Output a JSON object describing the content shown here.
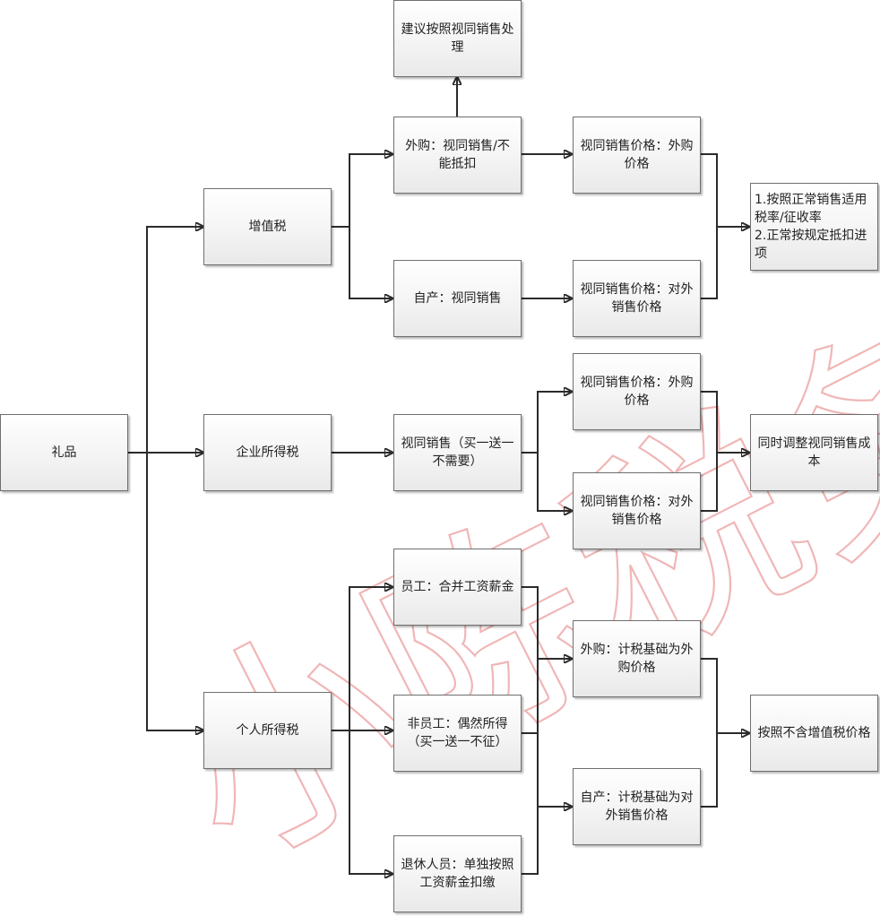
{
  "watermark": "小陈税务",
  "nodes": {
    "gift": "礼品",
    "vat": "增值税",
    "cit": "企业所得税",
    "iit": "个人所得税",
    "vat_purchased": "外购：视同销售/不能抵扣",
    "vat_suggest": "建议按照视同销售处理",
    "vat_self": "自产：视同销售",
    "vat_price_purchased": "视同销售价格：外购价格",
    "vat_price_external": "视同销售价格：对外销售价格",
    "vat_result": "1.按照正常销售适用税率/征收率\n2.正常按规定抵扣进项",
    "cit_deemed": "视同销售（买一送一不需要）",
    "cit_price_purchased": "视同销售价格：外购价格",
    "cit_price_external": "视同销售价格：对外销售价格",
    "cit_result": "同时调整视同销售成本",
    "iit_employee": "员工：合并工资薪金",
    "iit_non_employee": "非员工：偶然所得（买一送一不征）",
    "iit_retired": "退休人员：单独按照工资薪金扣缴",
    "iit_base_purchased": "外购：计税基础为外购价格",
    "iit_base_self": "自产：计税基础为对外销售价格",
    "iit_result": "按照不含增值税价格"
  }
}
